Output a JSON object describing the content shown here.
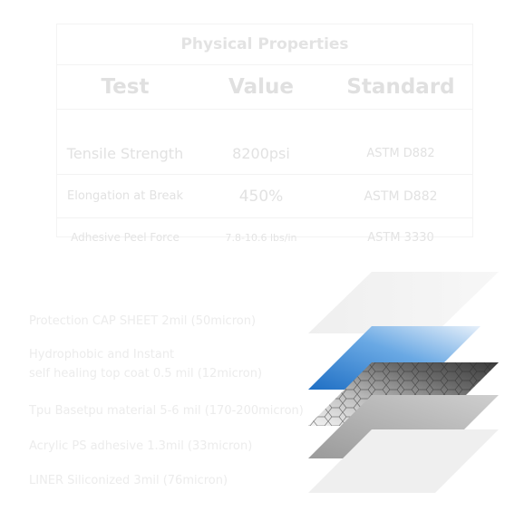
{
  "table": {
    "title": "Physical Properties",
    "headers": [
      "Test",
      "Value",
      "Standard"
    ],
    "rows": [
      [
        "Tensile Strength",
        "8200psi",
        "ASTM D882"
      ],
      [
        "Elongation at Break",
        "450%",
        "ASTM D882"
      ],
      [
        "Adhesive Peel Force",
        "7.8-10.6 lbs/in",
        "ASTM 3330"
      ]
    ]
  },
  "layers": {
    "cap": "Protection CAP SHEET 2mil (50micron)",
    "top_line1": "Hydrophobic and Instant",
    "top_line2": "self healing top coat 0.5 mil (12micron)",
    "tpu": "Tpu Basetpu material 5-6 mil (170-200micron)",
    "adhesive": "Acrylic PS adhesive 1.3mil (33micron)",
    "liner": "LINER Siliconized 3mil (76micron)"
  },
  "colors": {
    "text_faint": "#e2e2e2",
    "top_coat_blue": "#2a7fd0",
    "layer_gray": "#d9d9d9"
  }
}
